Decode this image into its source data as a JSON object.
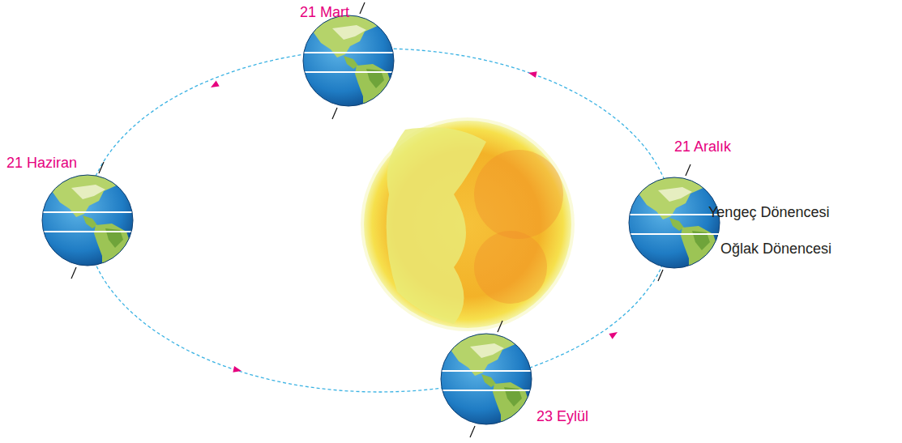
{
  "diagram": {
    "labels": [
      "21 Mart",
      "21 Haziran",
      "21 Aralık",
      "Yengeç Dönencesi",
      "Oğlak Dönencesi",
      "23 Eylül"
    ]
  }
}
